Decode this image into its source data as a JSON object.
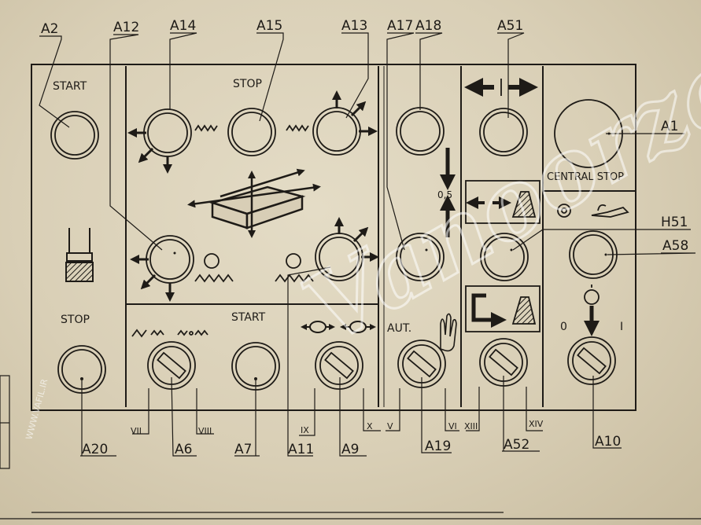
{
  "panel": {
    "start_top": "START",
    "stop_top": "STOP",
    "stop_left": "STOP",
    "start_mid": "START",
    "central_stop": "CENTRAL STOP",
    "aut": "AUT.",
    "half": "0,5",
    "zero": "0",
    "one": "I"
  },
  "callouts": {
    "a2": "A2",
    "a12": "A12",
    "a14": "A14",
    "a15": "A15",
    "a13": "A13",
    "a17": "A17",
    "a18": "A18",
    "a51": "A51",
    "a1": "A1",
    "h51": "H51",
    "a58": "A58",
    "a20": "A20",
    "a6": "A6",
    "a7": "A7",
    "a11": "A11",
    "a9": "A9",
    "a19": "A19",
    "a52": "A52",
    "a10": "A10"
  },
  "roman": {
    "vii": "VII",
    "viii": "VIII",
    "ix": "IX",
    "x": "X",
    "v": "V",
    "vi": "VI",
    "xiii": "XIII",
    "xiv": "XIV"
  },
  "watermark": {
    "main": "Vanoorzabzar",
    "side": "WWW.VAFIL.IR"
  }
}
